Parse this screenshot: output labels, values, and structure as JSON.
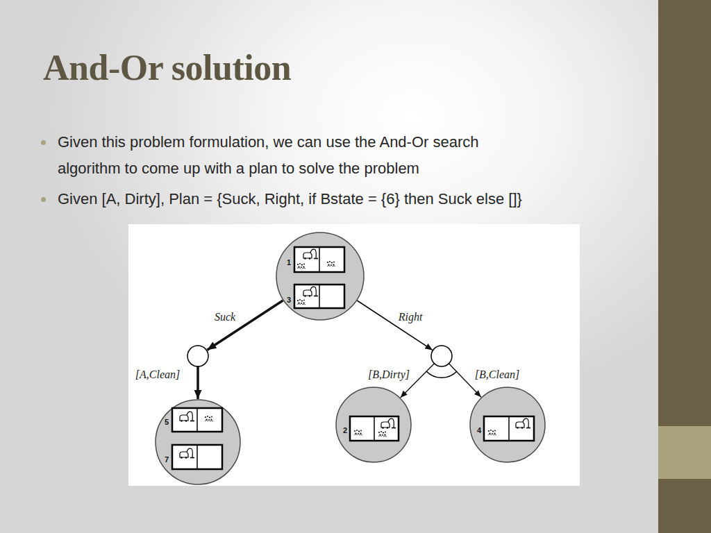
{
  "diagram": {
    "title": "And-Or solution",
    "nodes": [
      {
        "text": [
          "1",
          "3"
        ]
      },
      {
        "text": [
          "5",
          "7"
        ]
      },
      {
        "text": [
          "2"
        ]
      },
      {
        "text": [
          "4"
        ]
      }
    ],
    "edges": [
      {
        "from": 0,
        "to": 1,
        "arrow": "to"
      },
      {
        "from": 0,
        "to": 2,
        "arrow": "to"
      },
      {
        "from": 0,
        "to": 3,
        "arrow": "to"
      }
    ],
    "labels": [
      "Given this problem formulation, we can use the And-Or search algorithm to come up with a plan to solve the problem",
      "Given [A, Dirty], Plan = {Suck, Right, if Bstate = {6} then Suck else []}",
      "Suck",
      "Right",
      "[A,Clean]",
      "[B,Dirty]",
      "[B,Clean]"
    ]
  }
}
